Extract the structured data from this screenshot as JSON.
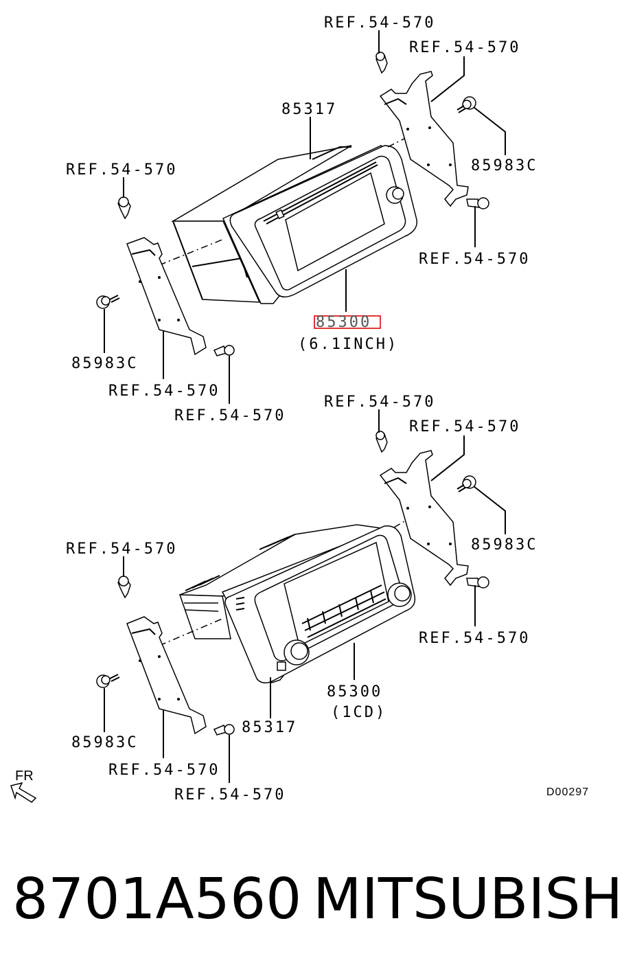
{
  "diagram": {
    "top_assembly": {
      "labels": {
        "ref_top_left_screw": "REF.54-570",
        "ref_top_right_bracket": "REF.54-570",
        "part_85317": "85317",
        "ref_left_screw": "REF.54-570",
        "part_85983c_right": "85983C",
        "ref_right_bottom": "REF.54-570",
        "part_85300": "85300",
        "part_85300_note": "(6.1INCH)",
        "part_85983c_left": "85983C",
        "ref_left_bracket": "REF.54-570",
        "ref_left_bottom": "REF.54-570"
      }
    },
    "bottom_assembly": {
      "labels": {
        "ref_top_left_screw": "REF.54-570",
        "ref_top_right_bracket": "REF.54-570",
        "ref_left_screw": "REF.54-570",
        "part_85983c_right": "85983C",
        "ref_right_bottom": "REF.54-570",
        "part_85300": "85300",
        "part_85300_note": "(1CD)",
        "part_85317": "85317",
        "part_85983c_left": "85983C",
        "ref_left_bracket": "REF.54-570",
        "ref_left_bottom": "REF.54-570"
      }
    },
    "direction_label": "FR",
    "diagram_code": "D00297",
    "highlight_color": "#e02020"
  },
  "caption": {
    "part_number": "8701A560",
    "brand": "MITSUBISHI"
  }
}
